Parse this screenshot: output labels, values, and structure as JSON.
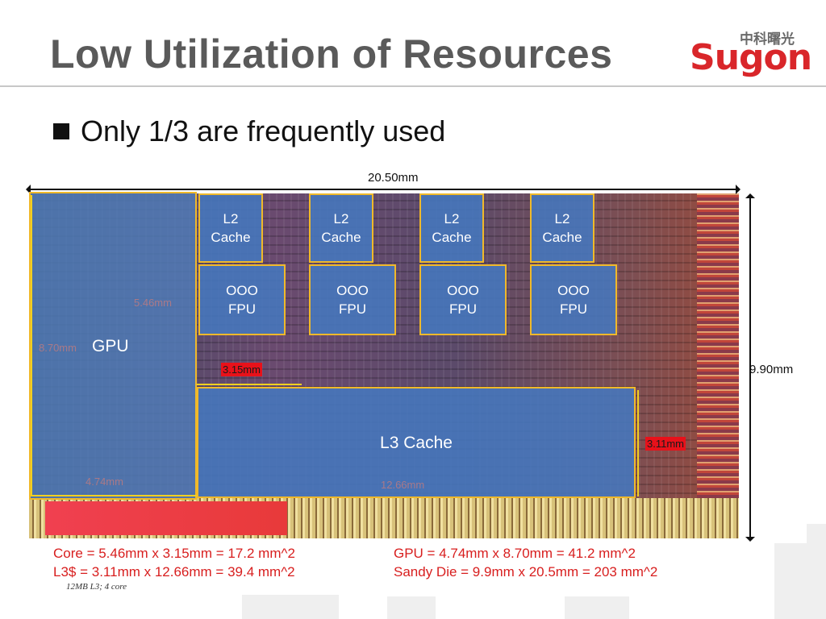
{
  "slide": {
    "title": "Low Utilization of Resources",
    "logo_cn": "中科曙光",
    "logo_en": "Sugon",
    "bullet": "Only 1/3 are frequently used"
  },
  "diagram": {
    "top_dimension": "20.50mm",
    "right_dimension": "9.90mm",
    "gpu_label": "GPU",
    "l3_label": "L3 Cache",
    "l2_blocks": [
      "L2\nCache",
      "L2\nCache",
      "L2\nCache",
      "L2\nCache"
    ],
    "fpu_blocks": [
      "OOO\nFPU",
      "OOO\nFPU",
      "OOO\nFPU",
      "OOO\nFPU"
    ],
    "core_width_tag": "5.46mm",
    "gpu_height_tag": "8.70mm",
    "gpu_width_tag": "4.74mm",
    "core_height_tag": "3.15mm",
    "l3_width_tag": "12.66mm",
    "l3_height_tag": "3.11mm"
  },
  "equations": {
    "core": "Core = 5.46mm x 3.15mm = 17.2 mm^2",
    "l3": "L3$ = 3.11mm x 12.66mm = 39.4 mm^2",
    "gpu": "GPU = 4.74mm x 8.70mm = 41.2 mm^2",
    "die": "Sandy Die = 9.9mm x 20.5mm = 203 mm^2"
  },
  "footnote": "12MB L3; 4 core",
  "colors": {
    "title": "#5a5a5a",
    "logo_red": "#d9262a",
    "block_fill": "#4678be",
    "block_border": "#f0b92a",
    "equation_red": "#d81e1e"
  }
}
